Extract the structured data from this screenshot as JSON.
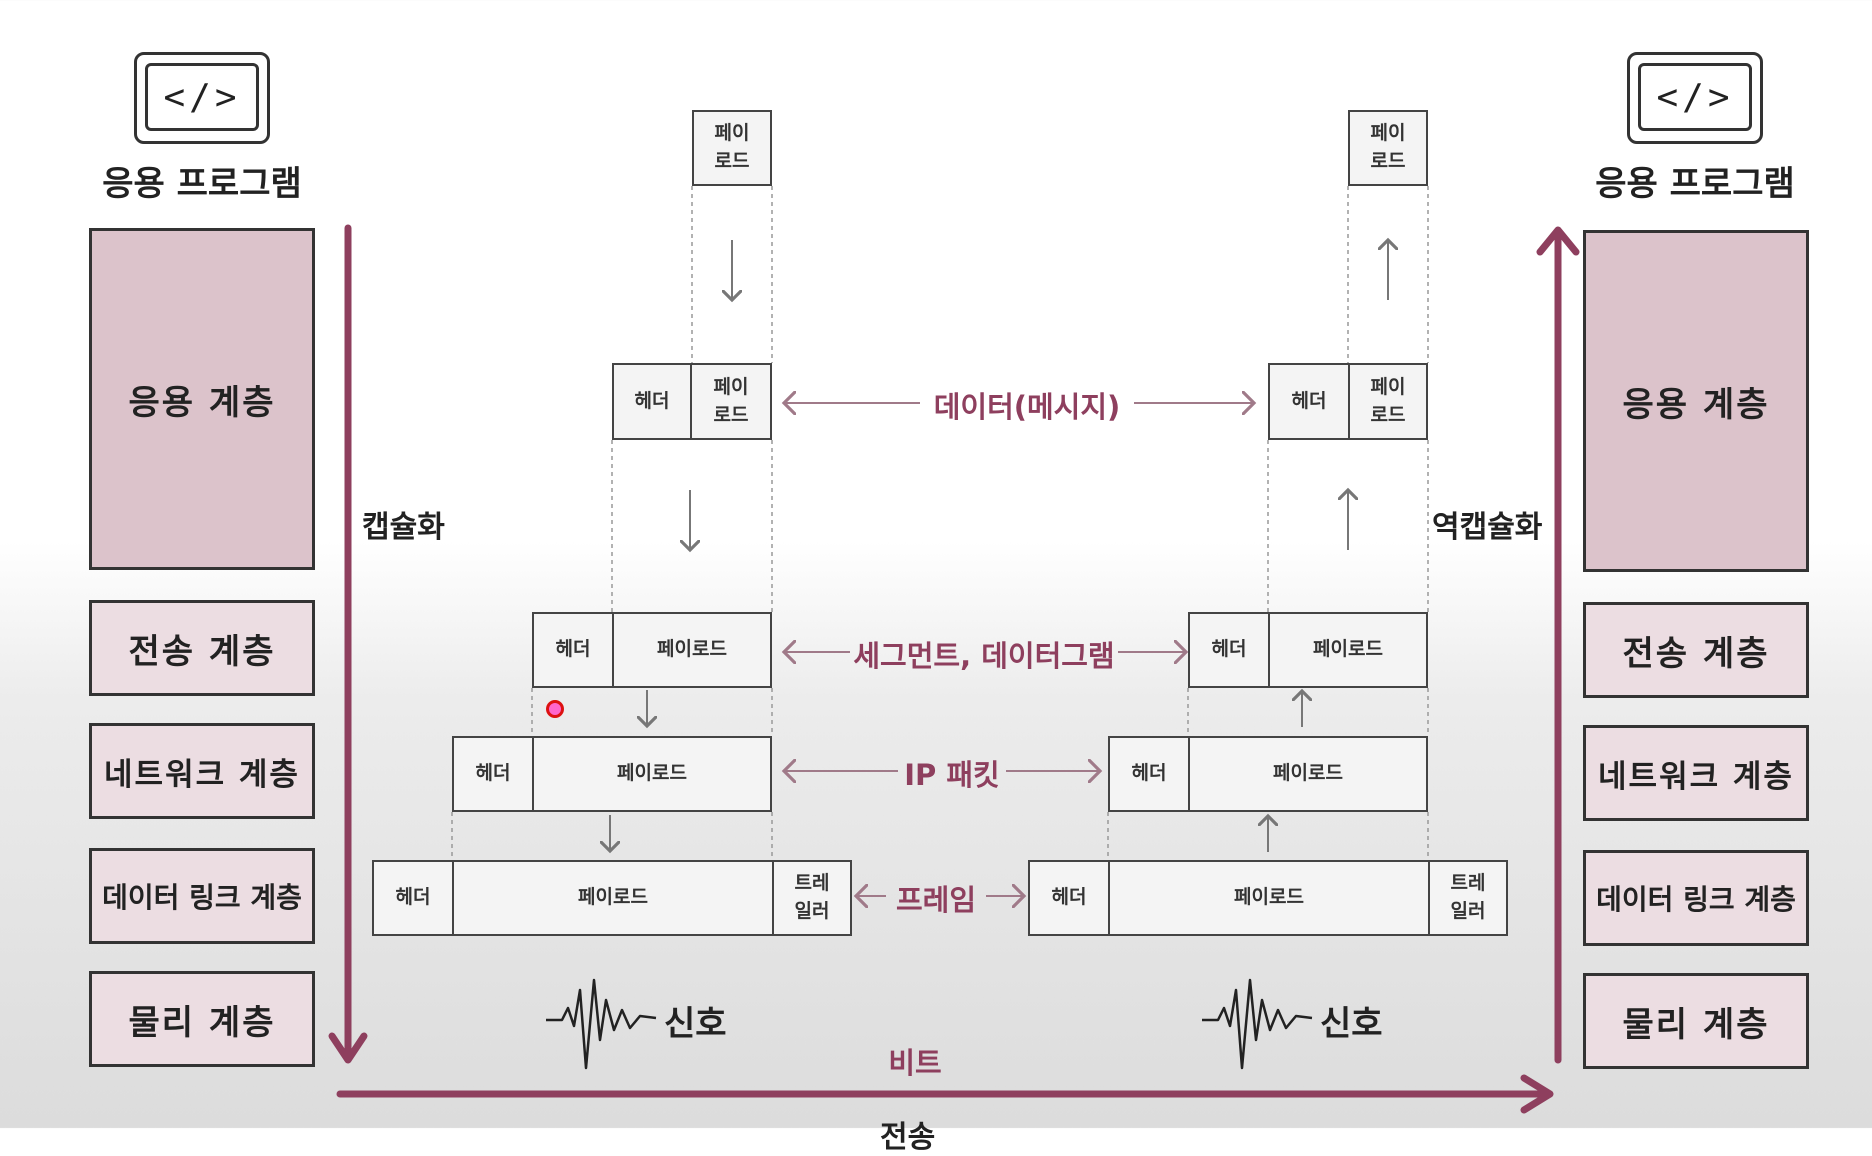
{
  "app_icon_glyph": "</>",
  "left_stack": {
    "title": "응용 프로그램",
    "layers": [
      "응용 계층",
      "전송 계층",
      "네트워크 계층",
      "데이터 링크 계층",
      "물리 계층"
    ]
  },
  "right_stack": {
    "title": "응용 프로그램",
    "layers": [
      "응용 계층",
      "전송 계층",
      "네트워크 계층",
      "데이터 링크 계층",
      "물리 계층"
    ]
  },
  "encapsulation_label": "캡슐화",
  "decapsulation_label": "역캡슐화",
  "packet_cells": {
    "header": "헤더",
    "payload_split": "페이\n로드",
    "payload": "페이로드",
    "trailer": "트레\n일러"
  },
  "pdu_labels": {
    "message": "데이터(메시지)",
    "segment": "세그먼트, 데이터그램",
    "packet": "IP 패킷",
    "frame": "프레임"
  },
  "signal_label": "신호",
  "bit_label": "비트",
  "bottom_cut_label": "전송",
  "colors": {
    "accent": "#8e3f5e",
    "app_layer_fill": "#dcc3cb",
    "other_layer_fill": "#ecdde2"
  }
}
